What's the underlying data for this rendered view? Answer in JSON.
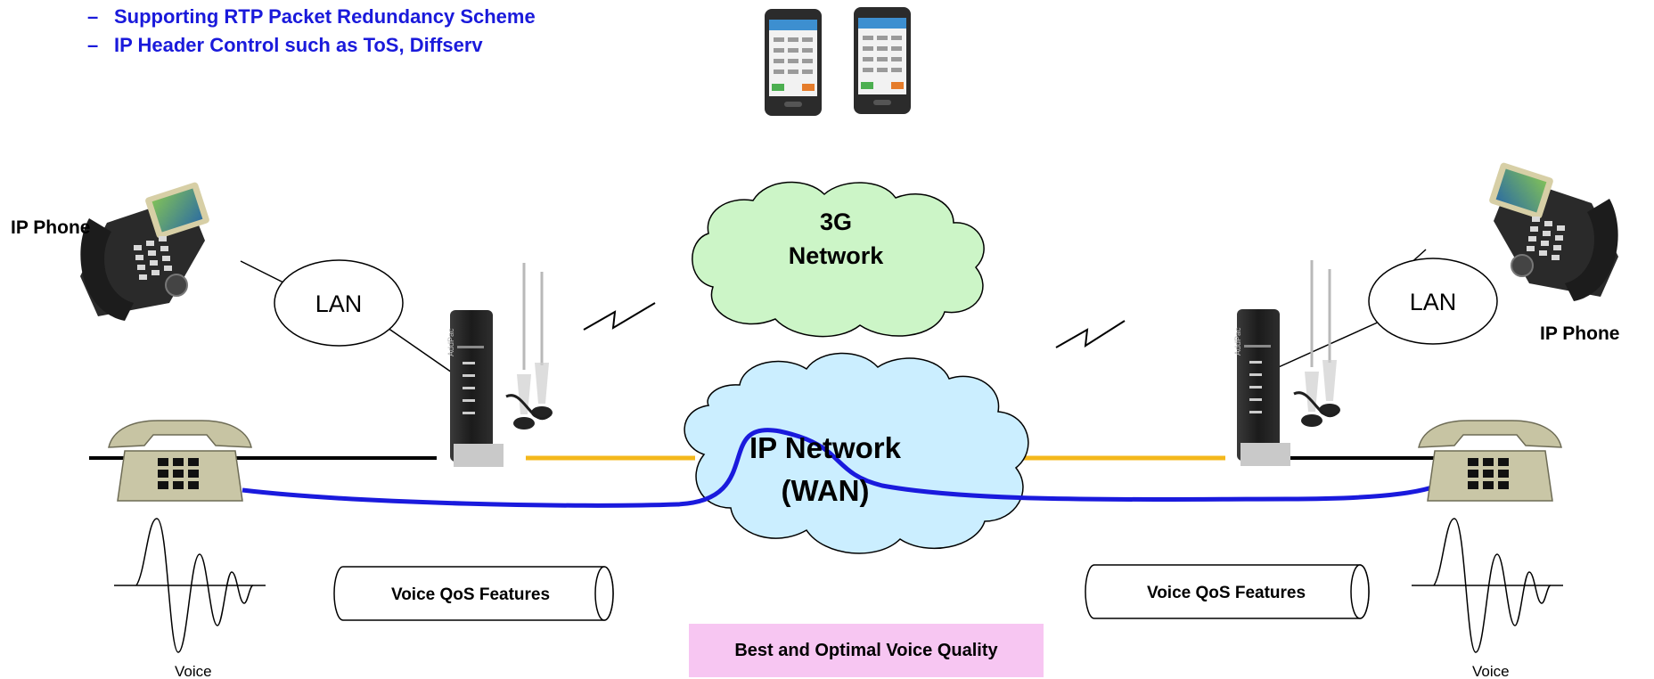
{
  "bullets": [
    "Supporting RTP Packet Redundancy Scheme",
    "IP Header Control such as ToS, Diffserv"
  ],
  "bullet_dash": "–",
  "clouds": {
    "g3": [
      "3G",
      "Network"
    ],
    "ip": [
      "IP Network",
      "(WAN)"
    ]
  },
  "lan_label": "LAN",
  "ip_phone_label": "IP Phone",
  "qos_label": "Voice QoS Features",
  "voice_label": "Voice",
  "quality_label": "Best and Optimal Voice Quality",
  "gateway_brand": "AddPac",
  "colors": {
    "bullet_text": "#1a1adb",
    "cloud_3g": "#ccf5c7",
    "cloud_ip": "#cbeeff",
    "voice_path": "#1a1add",
    "trunk_line": "#f4b81c",
    "quality_bg": "#f7c6f2",
    "phone_body": "#c9c6a6"
  },
  "icons": [
    "ip-phone-icon",
    "smartphone-icon",
    "gateway-icon",
    "antenna-icon",
    "analog-phone-icon",
    "wireless-link-icon",
    "voice-waveform-icon",
    "qos-pipe-icon"
  ]
}
